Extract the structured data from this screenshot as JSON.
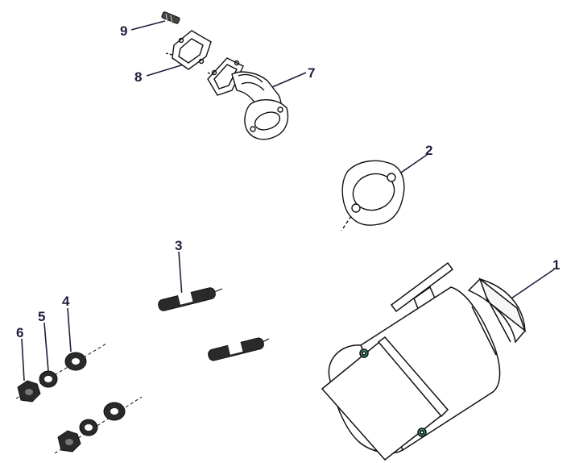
{
  "diagram": {
    "callouts": [
      {
        "number": "1",
        "part": "muffler"
      },
      {
        "number": "2",
        "part": "gasket"
      },
      {
        "number": "3",
        "part": "stud"
      },
      {
        "number": "4",
        "part": "washer"
      },
      {
        "number": "5",
        "part": "lock-washer"
      },
      {
        "number": "6",
        "part": "nut"
      },
      {
        "number": "7",
        "part": "exhaust-elbow"
      },
      {
        "number": "8",
        "part": "elbow-gasket"
      },
      {
        "number": "9",
        "part": "bolt"
      }
    ],
    "colors": {
      "label": "#1d1f3d",
      "line": "#1d1f3d",
      "part_stroke": "#111111",
      "hardware_fill": "#2a2a2a",
      "accent": "#3a8f7a"
    }
  }
}
